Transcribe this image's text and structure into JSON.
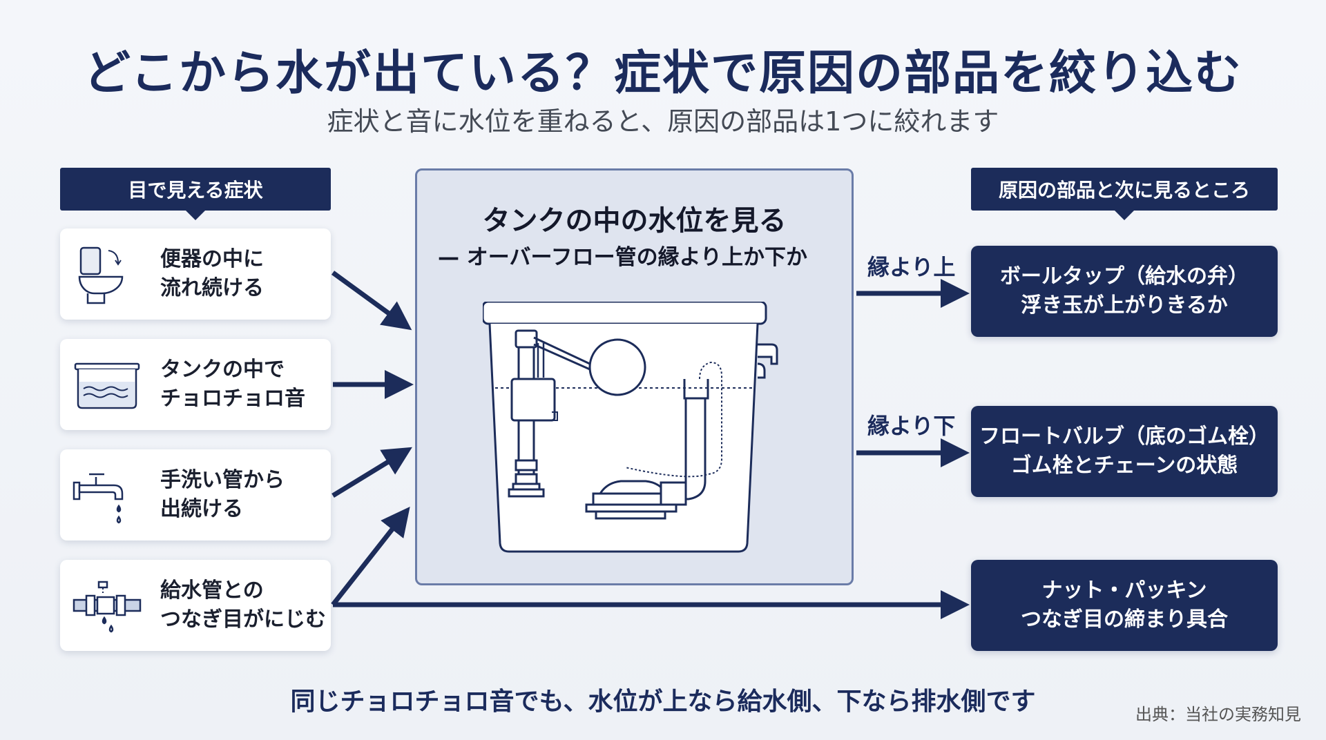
{
  "title": "どこから水が出ている？症状で原因の部品を絞り込む",
  "subtitle": "症状と音に水位を重ねると、原因の部品は1つに絞れます",
  "left_header": "目で見える症状",
  "right_header": "原因の部品と次に見るところ",
  "symptoms": [
    {
      "line1": "便器の中に",
      "line2": "流れ続ける",
      "icon": "toilet-icon"
    },
    {
      "line1": "タンクの中で",
      "line2": "チョロチョロ音",
      "icon": "tank-water-icon"
    },
    {
      "line1": "手洗い管から",
      "line2": "出続ける",
      "icon": "faucet-icon"
    },
    {
      "line1": "給水管との",
      "line2": "つなぎ目がにじむ",
      "icon": "pipe-joint-icon"
    }
  ],
  "center": {
    "title": "タンクの中の水位を見る",
    "subtitle": "— オーバーフロー管の縁より上か下か"
  },
  "levels": {
    "above": "縁より上",
    "below": "縁より下"
  },
  "results": [
    {
      "line1": "ボールタップ（給水の弁）",
      "line2": "浮き玉が上がりきるか"
    },
    {
      "line1": "フロートバルブ（底のゴム栓）",
      "line2": "ゴム栓とチェーンの状態"
    },
    {
      "line1": "ナット・パッキン",
      "line2": "つなぎ目の締まり具合"
    }
  ],
  "footer": "同じチョロチョロ音でも、水位が上なら給水側、下なら排水側です",
  "source": "出典：当社の実務知見",
  "colors": {
    "navy": "#1c2c5a",
    "panel": "#dfe4ef",
    "panel_border": "#6a7ca8"
  }
}
